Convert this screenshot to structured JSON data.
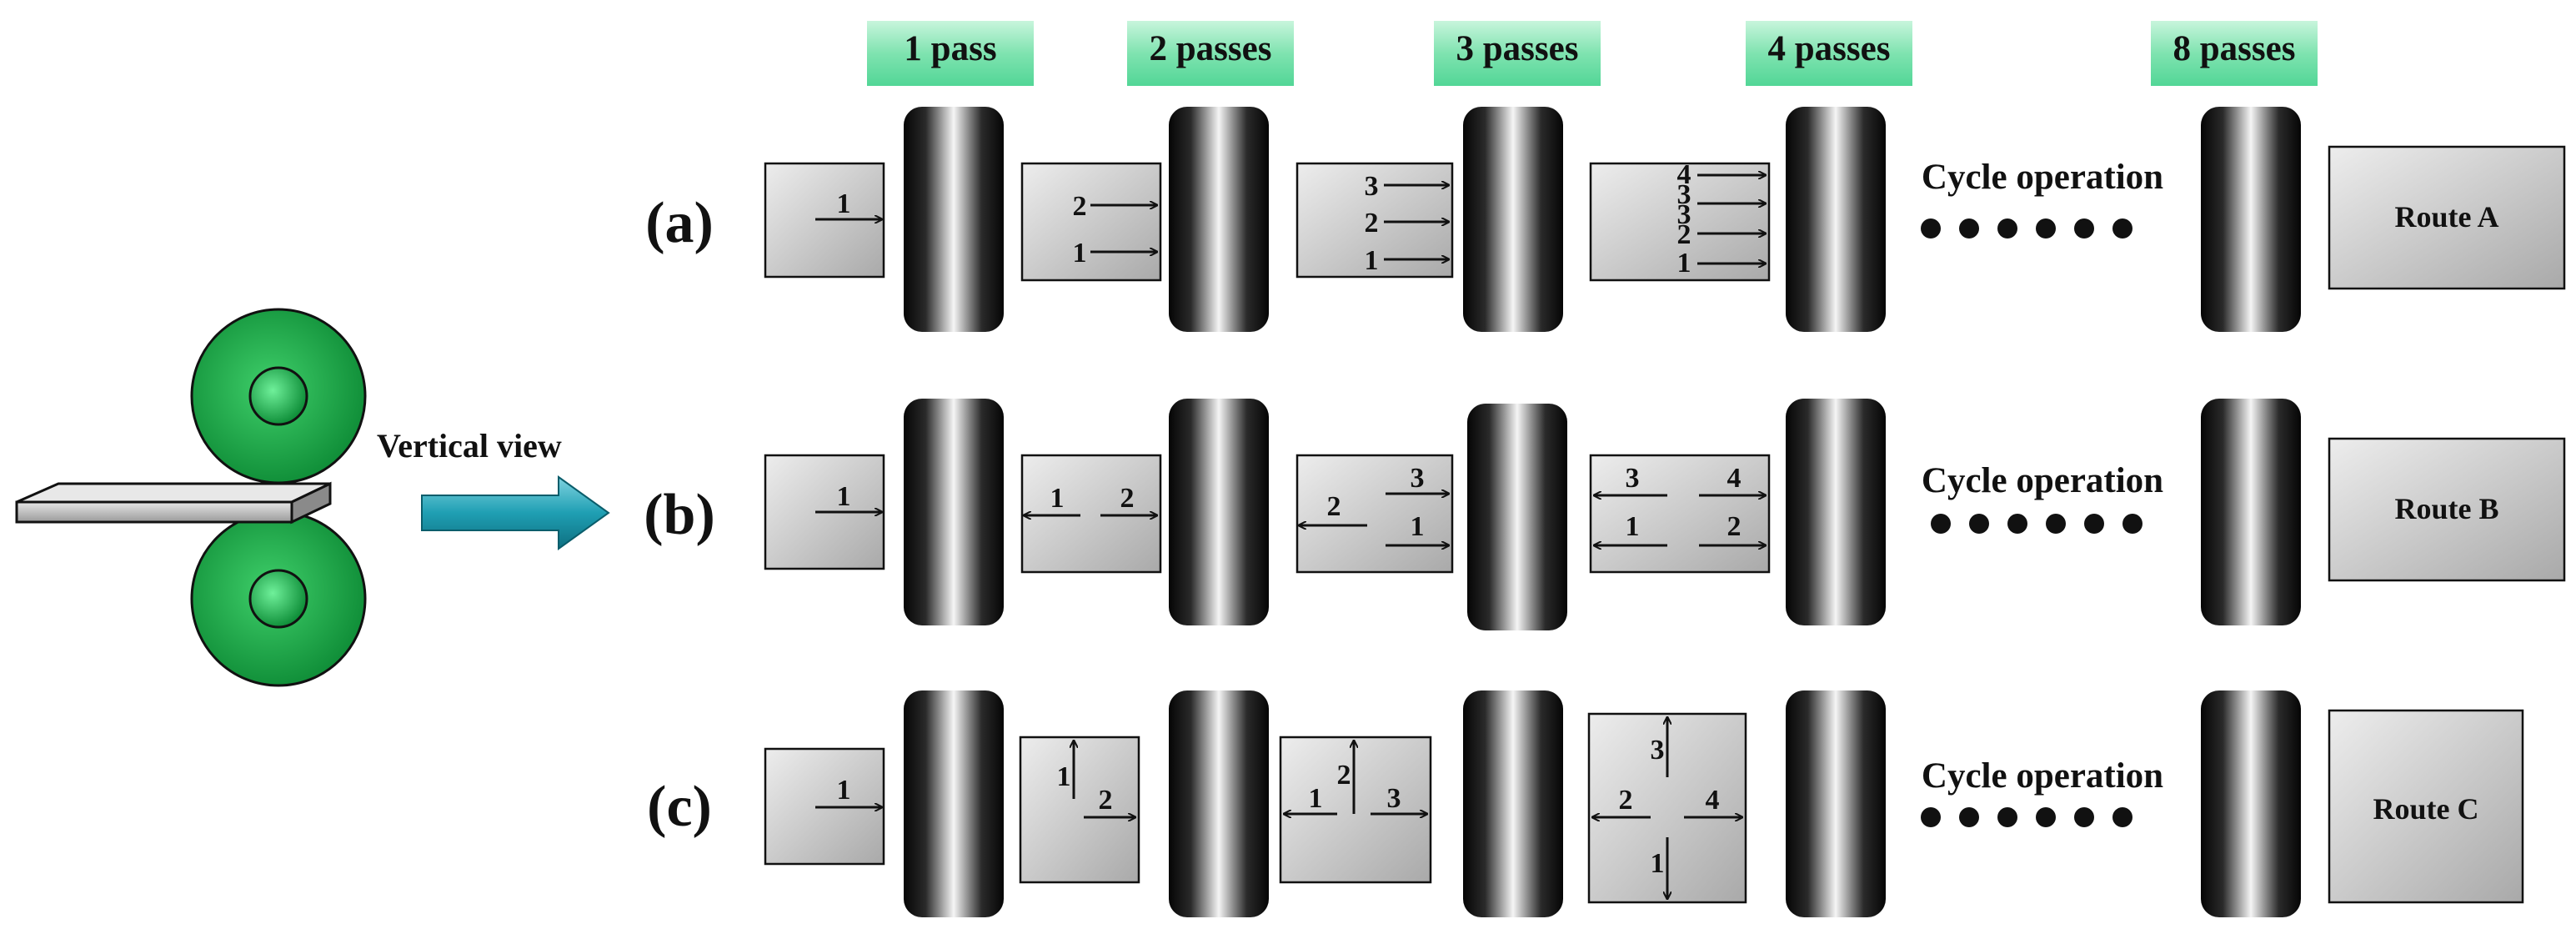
{
  "passes": [
    "1 pass",
    "2 passes",
    "3 passes",
    "4 passes",
    "8 passes"
  ],
  "rows": [
    {
      "label": "(a)",
      "cycle": "Cycle operation",
      "route": "Route A"
    },
    {
      "label": "(b)",
      "cycle": "Cycle operation",
      "route": "Route B"
    },
    {
      "label": "(c)",
      "cycle": "Cycle operation",
      "route": "Route C"
    }
  ],
  "view_label": "Vertical view",
  "colors": {
    "header_fill": "#7fe3b0",
    "roller_green": "#1fa84a",
    "arrow_blue": "#1a8fa3",
    "sample_gray": "#cfcfcf"
  }
}
